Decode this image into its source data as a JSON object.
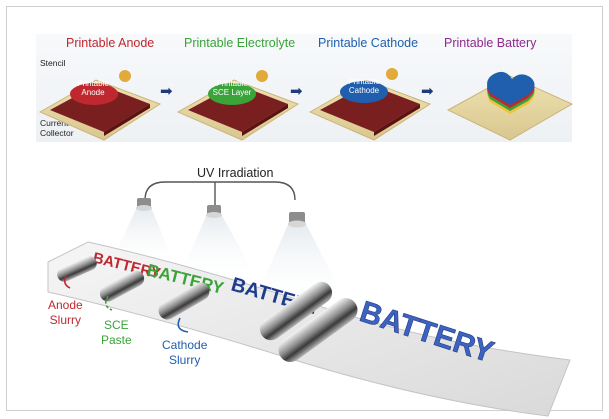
{
  "steps": [
    {
      "label": "Printable Anode",
      "tag": "Printable Anode",
      "color": "#c0282f"
    },
    {
      "label": "Printable Electrolyte",
      "tag": "Printable SCE Layer",
      "color": "#3aa33a"
    },
    {
      "label": "Printable Cathode",
      "tag": "Printable Cathode",
      "color": "#1f5fae"
    },
    {
      "label": "Printable Battery",
      "tag": "",
      "color": "#8e2a8e"
    }
  ],
  "annotations": {
    "stencil": "Stencil",
    "collector_line1": "Current",
    "collector_line2": "Collector"
  },
  "uv_label": "UV Irradiation",
  "slurries": [
    {
      "line1": "Anode",
      "line2": "Slurry",
      "color": "#c0282f"
    },
    {
      "line1": "SCE",
      "line2": "Paste",
      "color": "#3aa33a"
    },
    {
      "line1": "Cathode",
      "line2": "Slurry",
      "color": "#1f5fae"
    }
  ],
  "printed_text": "BATTERY"
}
